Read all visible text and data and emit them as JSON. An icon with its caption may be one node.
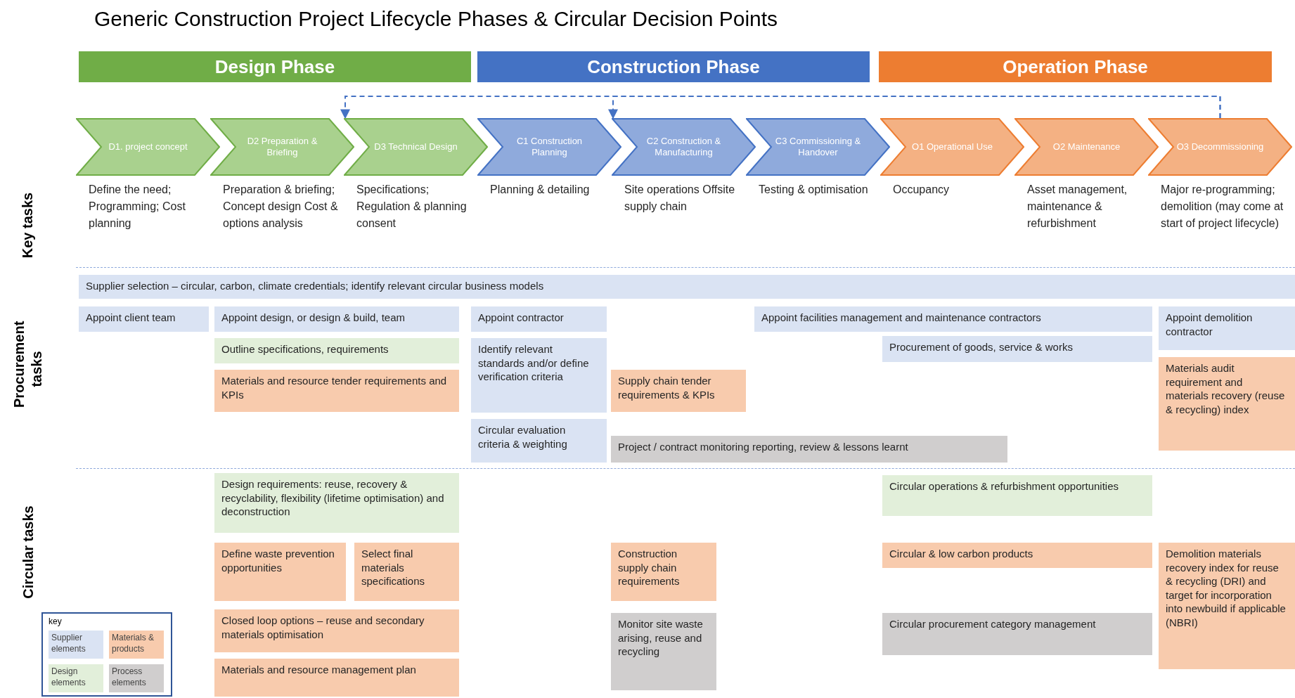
{
  "diagram": {
    "title": "Generic Construction Project Lifecycle Phases & Circular Decision Points",
    "nodes": [
      {
        "text": [
          "Design Phase"
        ]
      },
      {
        "text": [
          "Construction Phase"
        ]
      },
      {
        "text": [
          "Operation Phase"
        ]
      },
      {
        "text": [
          "D1. project concept"
        ],
        "beside": [
          "Define the need; Programming; Cost planning"
        ]
      },
      {
        "text": [
          "D2 Preparation & Briefing"
        ],
        "beside": [
          "Preparation & briefing; Concept design Cost & options analysis"
        ]
      },
      {
        "text": [
          "D3 Technical Design"
        ],
        "beside": [
          "Specifications; Regulation & planning consent"
        ]
      },
      {
        "text": [
          "C1 Construction Planning"
        ],
        "beside": [
          "Planning & detailing"
        ]
      },
      {
        "text": [
          "C2 Construction & Manufacturing"
        ],
        "beside": [
          "Site operations Offsite supply chain"
        ]
      },
      {
        "text": [
          "C3 Commissioning & Handover"
        ],
        "beside": [
          "Testing & optimisation"
        ]
      },
      {
        "text": [
          "O1 Operational Use"
        ],
        "beside": [
          "Occupancy"
        ]
      },
      {
        "text": [
          "O2 Maintenance"
        ],
        "beside": [
          "Asset management, maintenance & refurbishment"
        ]
      },
      {
        "text": [
          "O3 Decommissioning"
        ],
        "beside": [
          "Major re-programming; demolition (may come at start of project lifecycle)"
        ]
      },
      {
        "text": [
          "Supplier selection – circular, carbon, climate credentials; identify relevant circular business models"
        ]
      },
      {
        "text": [
          "Appoint client team"
        ]
      },
      {
        "text": [
          "Appoint design, or design & build, team"
        ]
      },
      {
        "text": [
          "Appoint contractor"
        ]
      },
      {
        "text": [
          "Appoint facilities management and maintenance contractors"
        ]
      },
      {
        "text": [
          "Appoint demolition contractor"
        ]
      },
      {
        "text": [
          "Outline specifications, requirements"
        ]
      },
      {
        "text": [
          "Identify relevant standards and/or define verification criteria"
        ]
      },
      {
        "text": [
          "Procurement of goods, service & works"
        ]
      },
      {
        "text": [
          "Materials audit requirement and materials recovery (reuse & recycling) index"
        ]
      },
      {
        "text": [
          "Materials and resource tender requirements and KPIs"
        ]
      },
      {
        "text": [
          "Supply chain tender requirements & KPIs"
        ]
      },
      {
        "text": [
          "Circular evaluation criteria & weighting"
        ]
      },
      {
        "text": [
          "Project / contract monitoring reporting, review & lessons learnt"
        ]
      },
      {
        "text": [
          "Design requirements: reuse, recovery & recyclability, flexibility (lifetime optimisation) and deconstruction"
        ]
      },
      {
        "text": [
          "Circular operations & refurbishment opportunities"
        ]
      },
      {
        "text": [
          "Define waste prevention opportunities"
        ]
      },
      {
        "text": [
          "Select final materials specifications"
        ]
      },
      {
        "text": [
          "Construction supply chain requirements"
        ]
      },
      {
        "text": [
          "Circular & low carbon products"
        ]
      },
      {
        "text": [
          "Demolition materials recovery index for reuse & recycling (DRI) and target for incorporation into newbuild if applicable (NBRI)"
        ]
      },
      {
        "text": [
          "Closed loop options – reuse and secondary materials optimisation"
        ]
      },
      {
        "text": [
          "Monitor site waste arising, reuse and recycling"
        ]
      },
      {
        "text": [
          "Circular procurement category management"
        ]
      },
      {
        "text": [
          "Materials and resource management plan"
        ]
      }
    ],
    "edges": [
      {
        "from": 11,
        "to": 5,
        "arrow": "to",
        "style": "dashed"
      },
      {
        "from": 11,
        "to": 7,
        "arrow": "to",
        "style": "dashed"
      }
    ],
    "labels": [
      "Key tasks",
      "Procurement tasks",
      "Circular tasks",
      "key"
    ],
    "legend": [
      {
        "text": "Supplier elements",
        "color": "#dae3f3"
      },
      {
        "text": "Materials & products",
        "color": "#f8cbad"
      },
      {
        "text": "Design elements",
        "color": "#e2efda"
      },
      {
        "text": "Process elements",
        "color": "#d0cece"
      }
    ]
  }
}
